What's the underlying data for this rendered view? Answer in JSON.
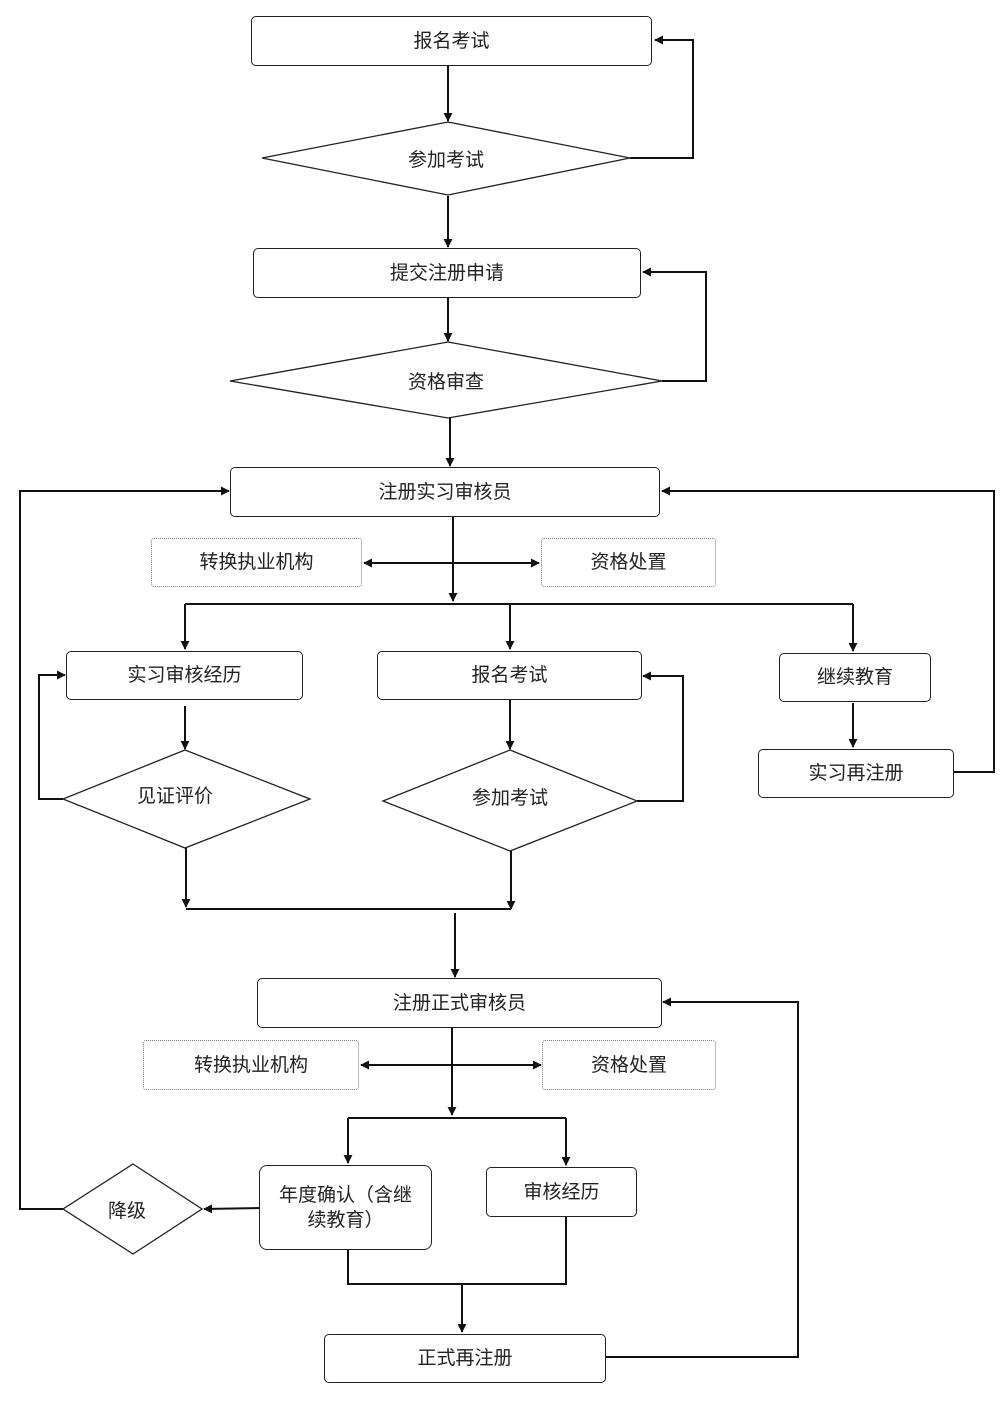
{
  "nodes": {
    "reg_exam_1": "报名考试",
    "take_exam_1": "参加考试",
    "submit_application": "提交注册申请",
    "qualification_review": "资格审查",
    "register_intern": "注册实习审核员",
    "transfer_org_1": "转换执业机构",
    "qualification_disposal_1": "资格处置",
    "intern_experience": "实习审核经历",
    "witness_evaluation": "见证评价",
    "reg_exam_2": "报名考试",
    "take_exam_2": "参加考试",
    "continuing_education": "继续教育",
    "intern_reregister": "实习再注册",
    "register_formal": "注册正式审核员",
    "transfer_org_2": "转换执业机构",
    "qualification_disposal_2": "资格处置",
    "annual_confirmation": "年度确认（含继续教育）",
    "audit_experience": "审核经历",
    "downgrade": "降级",
    "formal_reregister": "正式再注册"
  },
  "colors": {
    "line": "#111111",
    "box_border": "#222222",
    "dotted_border": "#777777"
  }
}
